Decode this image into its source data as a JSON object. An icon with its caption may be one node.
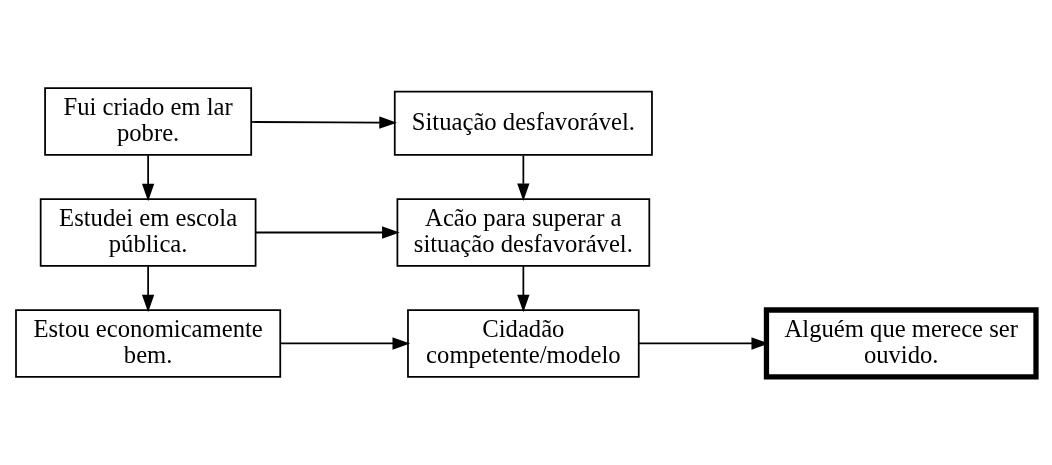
{
  "diagram": {
    "nodes": [
      {
        "text": [
          "Estou economicamente bem."
        ]
      },
      {
        "text": [
          "Cidadão competente/modelo"
        ]
      },
      {
        "text": [
          "Alguém que merece ser ouvido."
        ]
      },
      {
        "text": [
          "Estudei em escola pública."
        ]
      },
      {
        "text": [
          "Acão para superar a situação desfavorável."
        ]
      },
      {
        "text": [
          "Fui criado em lar pobre."
        ]
      },
      {
        "text": [
          "Situação desfavorável."
        ]
      }
    ],
    "edges": [
      {
        "from": 0,
        "to": 1,
        "arrow": "to"
      },
      {
        "from": 1,
        "to": 2,
        "arrow": "to"
      },
      {
        "from": 3,
        "to": 0,
        "arrow": "to"
      },
      {
        "from": 3,
        "to": 4,
        "arrow": "to"
      },
      {
        "from": 4,
        "to": 1,
        "arrow": "to"
      },
      {
        "from": 5,
        "to": 3,
        "arrow": "to"
      },
      {
        "from": 5,
        "to": 6,
        "arrow": "to"
      },
      {
        "from": 6,
        "to": 4,
        "arrow": "to"
      }
    ]
  }
}
